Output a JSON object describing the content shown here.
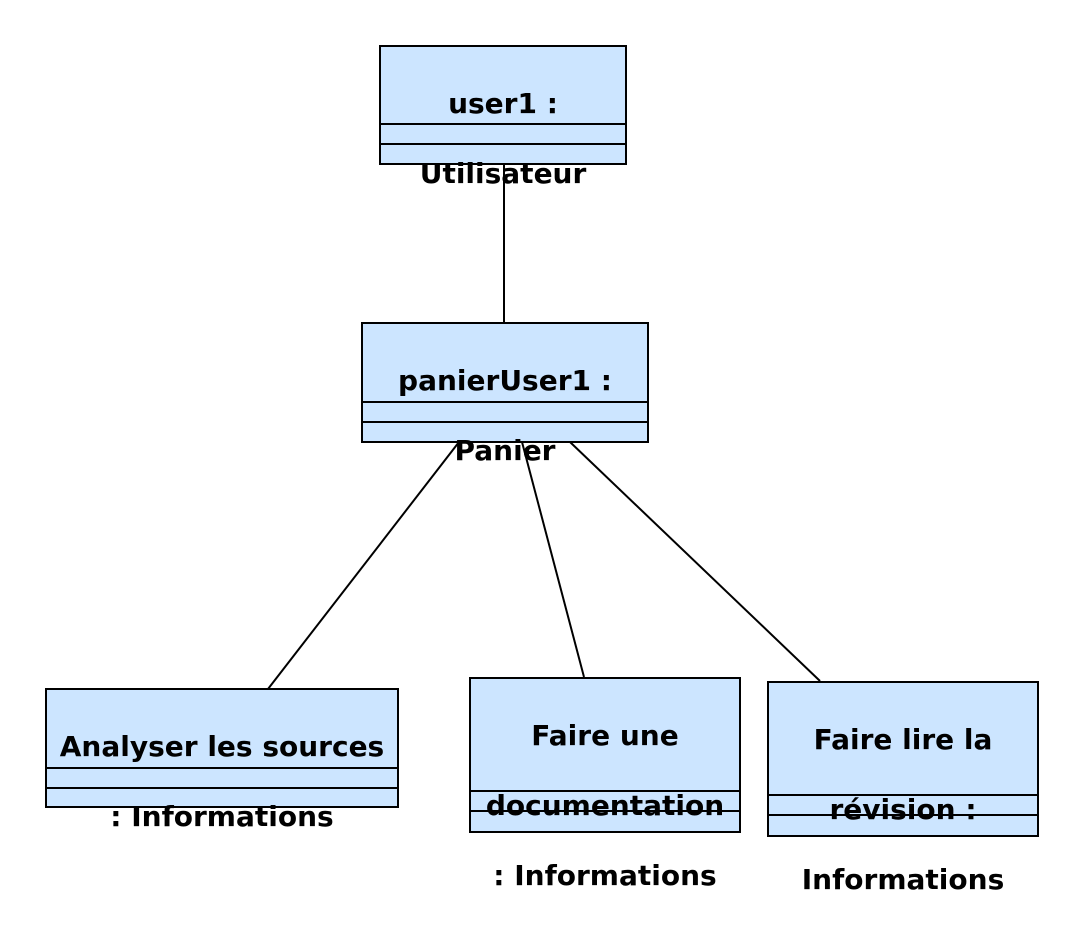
{
  "diagram": {
    "type": "uml-object-diagram",
    "colors": {
      "object_fill": "#cce5ff",
      "stroke": "#000000",
      "background": "#ffffff"
    },
    "objects": {
      "user1": {
        "name_lines": [
          "user1 :",
          "Utilisateur"
        ]
      },
      "panier": {
        "name_lines": [
          "panierUser1 :",
          "Panier"
        ]
      },
      "analyser": {
        "name_lines": [
          "Analyser les sources",
          ": Informations"
        ]
      },
      "documentation": {
        "name_lines": [
          "Faire une",
          "documentation",
          ": Informations"
        ]
      },
      "revision": {
        "name_lines": [
          "Faire lire la",
          "révision :",
          "Informations"
        ]
      }
    },
    "links": [
      {
        "from": "user1",
        "to": "panier"
      },
      {
        "from": "panier",
        "to": "analyser"
      },
      {
        "from": "panier",
        "to": "documentation"
      },
      {
        "from": "panier",
        "to": "revision"
      }
    ]
  }
}
